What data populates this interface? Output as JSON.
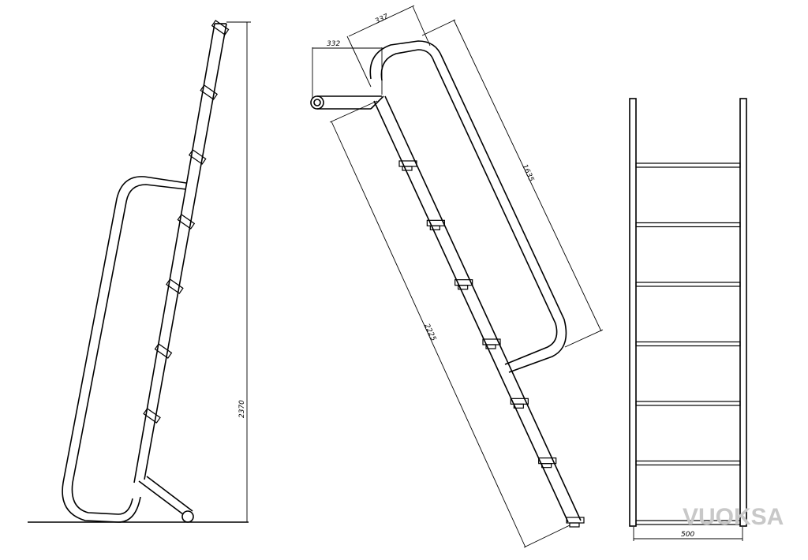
{
  "drawing": {
    "side_view": {
      "height_dim": "2370"
    },
    "inclined_view": {
      "foot_offset_dim": "332",
      "rail_width_dim": "337",
      "handrail_length_dim": "1635",
      "stile_length_dim": "2225"
    },
    "front_view": {
      "width_dim": "500"
    },
    "watermark": "VUOKSA",
    "tread_count": 7
  }
}
